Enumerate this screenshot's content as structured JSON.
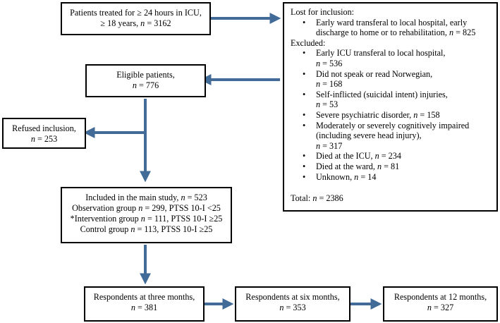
{
  "colors": {
    "arrow": "#426b98",
    "border": "#000000"
  },
  "boxes": {
    "patients_treated": [
      "Patients treated for ≥ 24 hours in ICU,",
      "≥ 18 years, n = 3162"
    ],
    "lost": {
      "heading": "Lost for inclusion:",
      "lost_items": [
        [
          "Early ward transferal  to local hospital, early",
          "discharge to home or to rehabilitation, n = 825"
        ]
      ],
      "excluded_heading": "Excluded:",
      "excluded_items": [
        [
          "Early ICU transferal to local hospital,",
          "n = 536"
        ],
        [
          "Did not speak or read Norwegian,",
          "n = 168"
        ],
        [
          "Self-inflicted (suicidal intent) injuries,",
          "n = 53"
        ],
        [
          "Severe psychiatric disorder, n = 158"
        ],
        [
          "Moderately or severely cognitively impaired",
          "(including severe head injury),",
          "n = 317"
        ],
        [
          "Died at the ICU, n = 234"
        ],
        [
          "Died at the ward, n = 81"
        ],
        [
          "Unknown, n = 14"
        ]
      ],
      "total": "Total: n = 2386"
    },
    "eligible": [
      "Eligible patients,",
      "n = 776"
    ],
    "refused": [
      "Refused inclusion,",
      "n = 253"
    ],
    "included": [
      "Included in the main study, n = 523",
      "Observation group n = 299, PTSS 10-I <25",
      "*Intervention group n = 111, PTSS 10-I ≥25",
      "Control group n = 113, PTSS 10-I ≥25"
    ],
    "three_months": [
      "Respondents at three months,",
      "n = 381"
    ],
    "six_months": [
      "Respondents at six months,",
      "n = 353"
    ],
    "twelve_months": [
      "Respondents at 12 months,",
      "n = 327"
    ]
  }
}
